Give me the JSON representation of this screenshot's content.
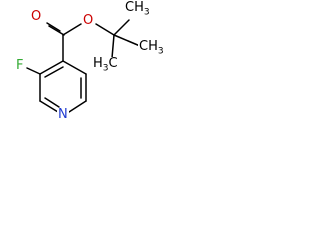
{
  "molecule": {
    "atoms": {
      "oxygen_carbonyl": "O",
      "oxygen_ester": "O",
      "fluorine": "F",
      "nitrogen": "N",
      "methyl_top": "CH3",
      "methyl_right": "CH3",
      "methyl_left": "H3C"
    }
  },
  "colors": {
    "oxygen": "#cc0000",
    "fluorine": "#33aa33",
    "nitrogen": "#1f3bd1",
    "carbon": "#000000"
  }
}
